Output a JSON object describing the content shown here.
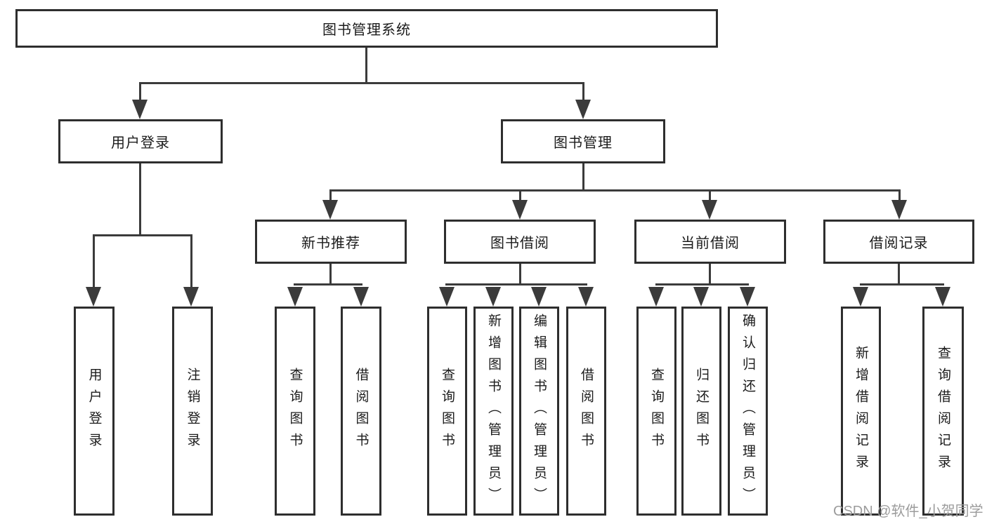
{
  "diagram": {
    "root": {
      "label": "图书管理系统"
    },
    "level2": {
      "user_login": {
        "label": "用户登录"
      },
      "book_management": {
        "label": "图书管理"
      }
    },
    "level3": {
      "new_book_recommendation": {
        "label": "新书推荐"
      },
      "book_borrowing": {
        "label": "图书借阅"
      },
      "current_borrowing": {
        "label": "当前借阅"
      },
      "borrowing_records": {
        "label": "借阅记录"
      }
    },
    "leaves": {
      "user_login": {
        "label": "用户登录"
      },
      "logout": {
        "label": "注销登录"
      },
      "recommend_query_books": {
        "label": "查询图书"
      },
      "recommend_borrow_books": {
        "label": "借阅图书"
      },
      "borrow_query_books": {
        "label": "查询图书"
      },
      "borrow_add_books": {
        "label": "新增图书（管理员）"
      },
      "borrow_edit_books": {
        "label": "编辑图书（管理员）"
      },
      "borrow_borrow_books": {
        "label": "借阅图书"
      },
      "current_query_books": {
        "label": "查询图书"
      },
      "current_return_books": {
        "label": "归还图书"
      },
      "current_confirm_return": {
        "label": "确认归还（管理员）"
      },
      "records_add_record": {
        "label": "新增借阅记录"
      },
      "records_query_record": {
        "label": "查询借阅记录"
      }
    }
  },
  "watermark": {
    "text": "CSDN @软件_小贺同学"
  },
  "colors": {
    "line": "#3b3b3b",
    "box_border": "#2e2e2e",
    "box_fill": "#ffffff",
    "text": "#1b1b1b",
    "watermark": "#9c9c9c",
    "background": "#ffffff"
  }
}
